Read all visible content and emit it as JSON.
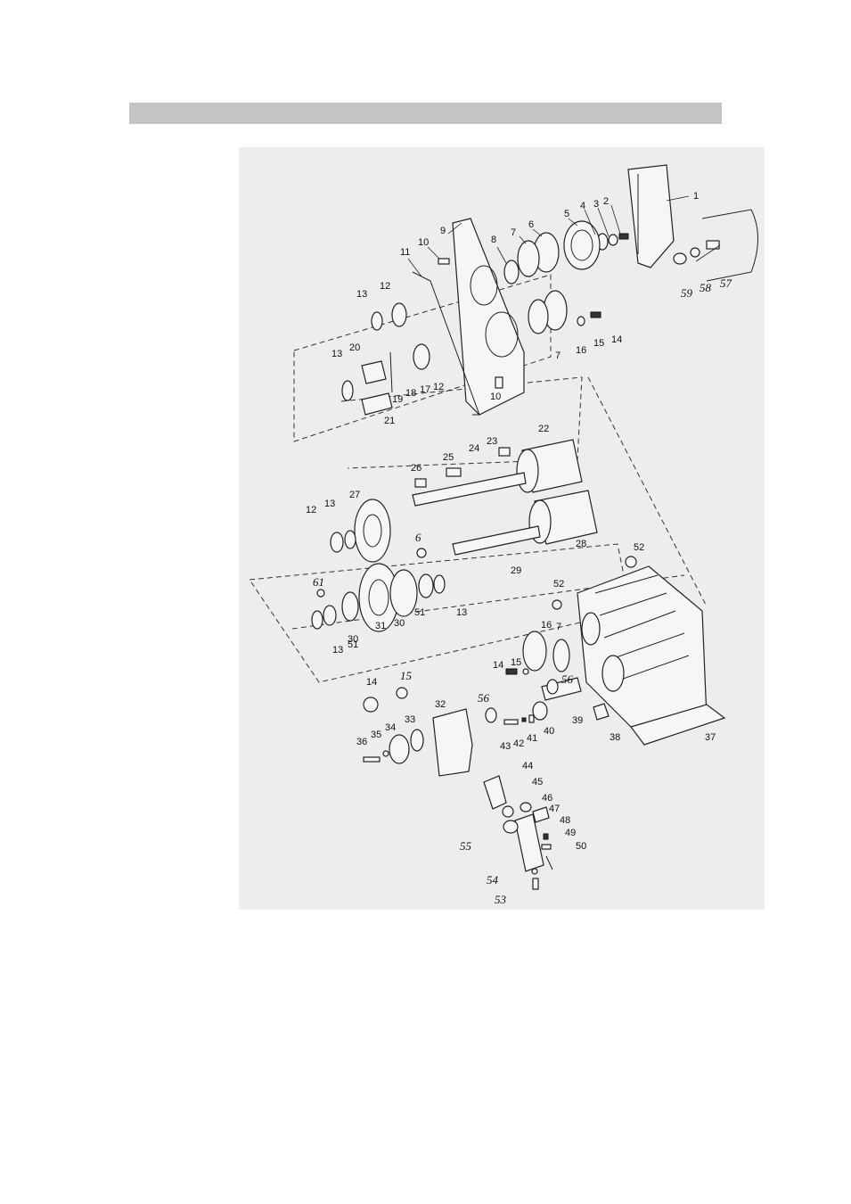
{
  "header": {
    "color": "#c4c4c4",
    "text": ""
  },
  "diagram": {
    "background": "#ededed",
    "labels": [
      {
        "key": "l1",
        "text": "1"
      },
      {
        "key": "l2",
        "text": "2"
      },
      {
        "key": "l3",
        "text": "3"
      },
      {
        "key": "l4",
        "text": "4"
      },
      {
        "key": "l5",
        "text": "5"
      },
      {
        "key": "l6",
        "text": "6"
      },
      {
        "key": "l7a",
        "text": "7"
      },
      {
        "key": "l8",
        "text": "8"
      },
      {
        "key": "l9",
        "text": "9"
      },
      {
        "key": "l10a",
        "text": "10"
      },
      {
        "key": "l11",
        "text": "11"
      },
      {
        "key": "l12a",
        "text": "12"
      },
      {
        "key": "l13a",
        "text": "13"
      },
      {
        "key": "l57",
        "text": "57"
      },
      {
        "key": "l58",
        "text": "58"
      },
      {
        "key": "l59",
        "text": "59"
      },
      {
        "key": "l14a",
        "text": "14"
      },
      {
        "key": "l15a",
        "text": "15"
      },
      {
        "key": "l16a",
        "text": "16"
      },
      {
        "key": "l7b",
        "text": "7"
      },
      {
        "key": "l13b",
        "text": "13"
      },
      {
        "key": "l20",
        "text": "20"
      },
      {
        "key": "l19",
        "text": "19"
      },
      {
        "key": "l18",
        "text": "18"
      },
      {
        "key": "l17",
        "text": "17"
      },
      {
        "key": "l12b",
        "text": "12"
      },
      {
        "key": "l10b",
        "text": "10"
      },
      {
        "key": "l21",
        "text": "21"
      },
      {
        "key": "l22",
        "text": "22"
      },
      {
        "key": "l23",
        "text": "23"
      },
      {
        "key": "l24",
        "text": "24"
      },
      {
        "key": "l25",
        "text": "25"
      },
      {
        "key": "l26",
        "text": "26"
      },
      {
        "key": "l27",
        "text": "27"
      },
      {
        "key": "l12c",
        "text": "12"
      },
      {
        "key": "l13c",
        "text": "13"
      },
      {
        "key": "l28",
        "text": "28"
      },
      {
        "key": "l29",
        "text": "29"
      },
      {
        "key": "l6b",
        "text": "6"
      },
      {
        "key": "l52a",
        "text": "52"
      },
      {
        "key": "l61",
        "text": "61"
      },
      {
        "key": "l51a",
        "text": "51"
      },
      {
        "key": "l13d",
        "text": "13"
      },
      {
        "key": "l30a",
        "text": "30"
      },
      {
        "key": "l31",
        "text": "31"
      },
      {
        "key": "l30b",
        "text": "30"
      },
      {
        "key": "l51b",
        "text": "51"
      },
      {
        "key": "l13e",
        "text": "13"
      },
      {
        "key": "l52b",
        "text": "52"
      },
      {
        "key": "l16b",
        "text": "16"
      },
      {
        "key": "l7c",
        "text": "7"
      },
      {
        "key": "l14b",
        "text": "14"
      },
      {
        "key": "l15b",
        "text": "15"
      },
      {
        "key": "l56a",
        "text": "56"
      },
      {
        "key": "l56b",
        "text": "56"
      },
      {
        "key": "l14c",
        "text": "14"
      },
      {
        "key": "l15c",
        "text": "15"
      },
      {
        "key": "l32",
        "text": "32"
      },
      {
        "key": "l33",
        "text": "33"
      },
      {
        "key": "l34",
        "text": "34"
      },
      {
        "key": "l35",
        "text": "35"
      },
      {
        "key": "l36",
        "text": "36"
      },
      {
        "key": "l43",
        "text": "43"
      },
      {
        "key": "l42",
        "text": "42"
      },
      {
        "key": "l41",
        "text": "41"
      },
      {
        "key": "l40",
        "text": "40"
      },
      {
        "key": "l39",
        "text": "39"
      },
      {
        "key": "l38",
        "text": "38"
      },
      {
        "key": "l37",
        "text": "37"
      },
      {
        "key": "l44",
        "text": "44"
      },
      {
        "key": "l45",
        "text": "45"
      },
      {
        "key": "l46",
        "text": "46"
      },
      {
        "key": "l47",
        "text": "47"
      },
      {
        "key": "l48",
        "text": "48"
      },
      {
        "key": "l49",
        "text": "49"
      },
      {
        "key": "l50",
        "text": "50"
      },
      {
        "key": "l55",
        "text": "55"
      },
      {
        "key": "l54",
        "text": "54"
      },
      {
        "key": "l53",
        "text": "53"
      }
    ]
  }
}
